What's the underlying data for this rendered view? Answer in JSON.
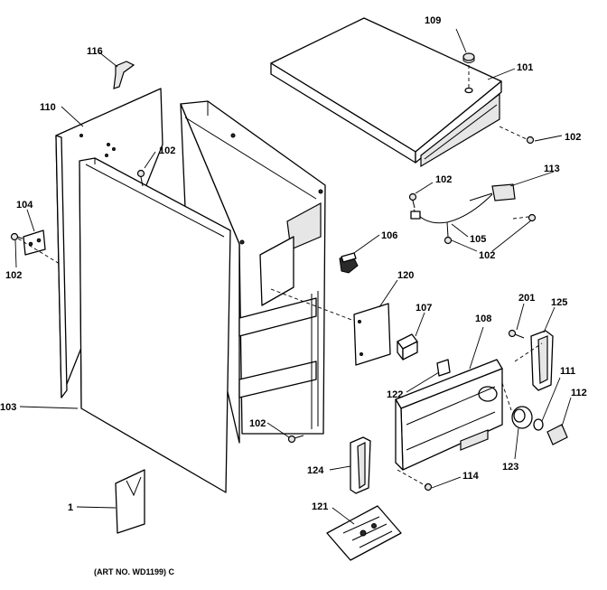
{
  "labels": {
    "l1": "1",
    "l101": "101",
    "l102a": "102",
    "l102b": "102",
    "l102c": "102",
    "l102d": "102",
    "l102e": "102",
    "l102f": "102",
    "l103": "103",
    "l104": "104",
    "l105": "105",
    "l106": "106",
    "l107": "107",
    "l108": "108",
    "l109": "109",
    "l110": "110",
    "l111": "111",
    "l112": "112",
    "l113": "113",
    "l114": "114",
    "l116": "116",
    "l120": "120",
    "l121": "121",
    "l122": "122",
    "l123": "123",
    "l124": "124",
    "l125": "125",
    "l201": "201"
  },
  "footer": {
    "art_no": "(ART NO. WD1199) C"
  }
}
